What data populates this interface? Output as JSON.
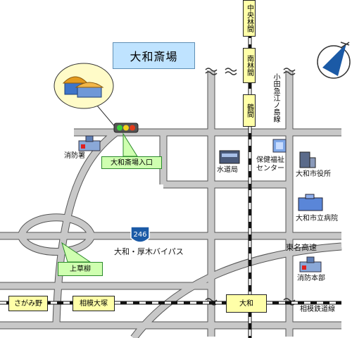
{
  "title": "大和斎場",
  "labels": {
    "fire_station": "消防署",
    "entrance": "大和斎場入口",
    "water_bureau": "水道局",
    "health_center_line1": "保健福祉",
    "health_center_line2": "センター",
    "city_hall": "大和市役所",
    "hospital": "大和市立病院",
    "fire_hq": "消防本部",
    "bypass": "大和・厚木バイパス",
    "tomei": "東名高速",
    "kamisouyagi": "上草柳",
    "route_number": "246",
    "odakyu": "小田急江ノ島線",
    "sotetsu": "相模鉄道線"
  },
  "stations": {
    "chuorinkan": "中央林間",
    "minamirinkan": "南林間",
    "tsuruma": "鶴間",
    "sagamino": "さがみ野",
    "sagami_otsuka": "相模大塚",
    "yamato": "大和"
  },
  "colors": {
    "road": "#c8c8c8",
    "road_edge": "#555555",
    "title_bg": "#bfe3ff",
    "station_bg": "#ffffa8",
    "callout_bg": "#cfffb0",
    "route_badge": "#1b5aa6",
    "compass": "#1b5aa6"
  },
  "icons": [
    "crematorium-building-icon",
    "traffic-signal-icon",
    "fire-station-icon",
    "water-bureau-icon",
    "health-center-icon",
    "city-hall-icon",
    "hospital-icon",
    "fire-hq-icon",
    "compass-north-icon"
  ]
}
